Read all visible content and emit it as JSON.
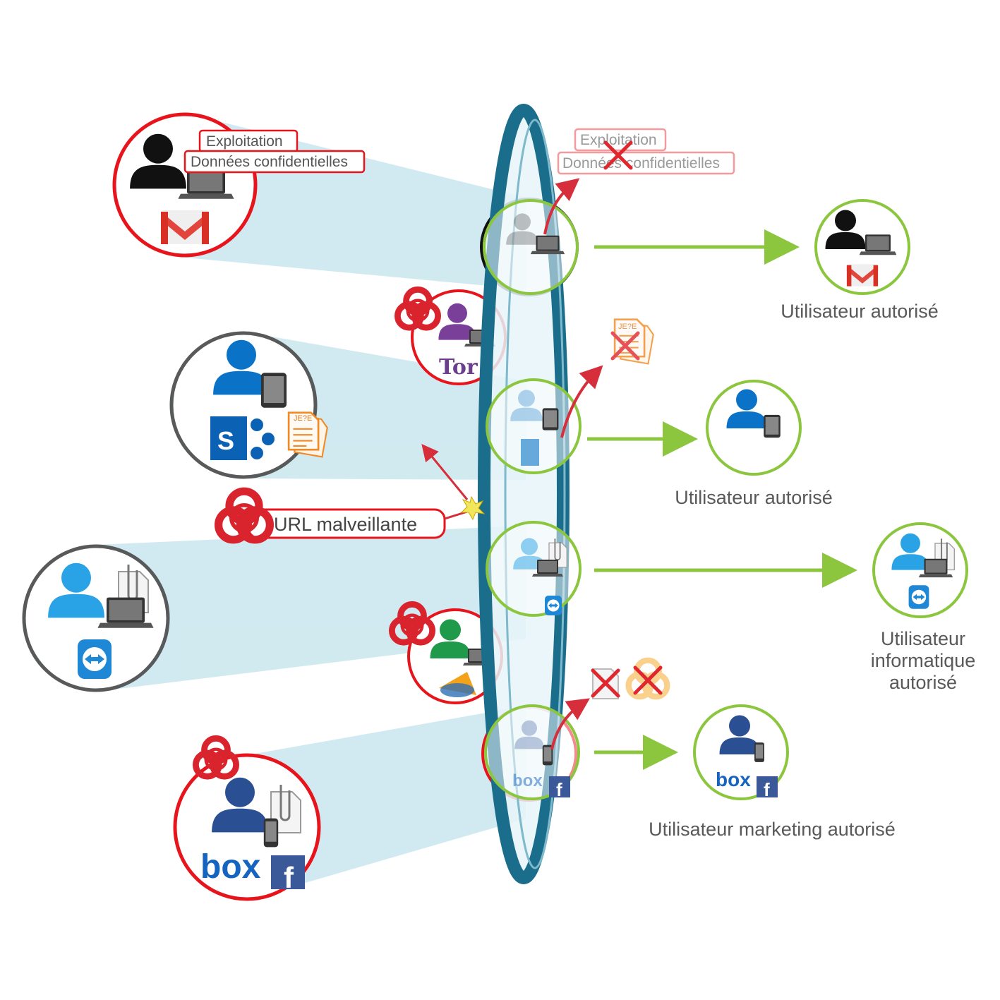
{
  "tags": {
    "exploitation": "Exploitation",
    "confidential": "Données confidentielles",
    "malicious_url": "URL malveillante"
  },
  "captions": {
    "authorized_user_1": "Utilisateur autorisé",
    "authorized_user_2": "Utilisateur autorisé",
    "it_user_line1": "Utilisateur",
    "it_user_line2": "informatique",
    "it_user_line3": "autorisé",
    "marketing_user": "Utilisateur marketing autorisé"
  },
  "logos": {
    "tor": "Tor",
    "box": "box",
    "facebook": "f",
    "sharepoint": "S",
    "document_mark": "JE?E"
  },
  "icons": {
    "user": "user-icon",
    "laptop": "laptop-icon",
    "tablet": "tablet-icon",
    "phone": "phone-icon",
    "gmail": "gmail-icon",
    "sharepoint": "sharepoint-icon",
    "teamviewer": "teamviewer-icon",
    "document": "document-icon",
    "attachment": "attachment-icon",
    "biohazard": "biohazard-icon",
    "blocked": "cross-icon"
  },
  "colors": {
    "threat_ring": "#e8141c",
    "neutral_ring": "#58595b",
    "authorized_ring": "#8cc63e",
    "allowed_arrow": "#8cc63e",
    "blocked_arrow": "#d62e3a",
    "beam": "#cfe9f0",
    "lens_edge": "#1b6d8c",
    "user_black": "#111111",
    "user_blue": "#0a73c7",
    "user_light_blue": "#2aa3e6",
    "user_navy": "#2a4f93",
    "user_purple": "#7a3f99",
    "user_green": "#1f9a4a"
  }
}
